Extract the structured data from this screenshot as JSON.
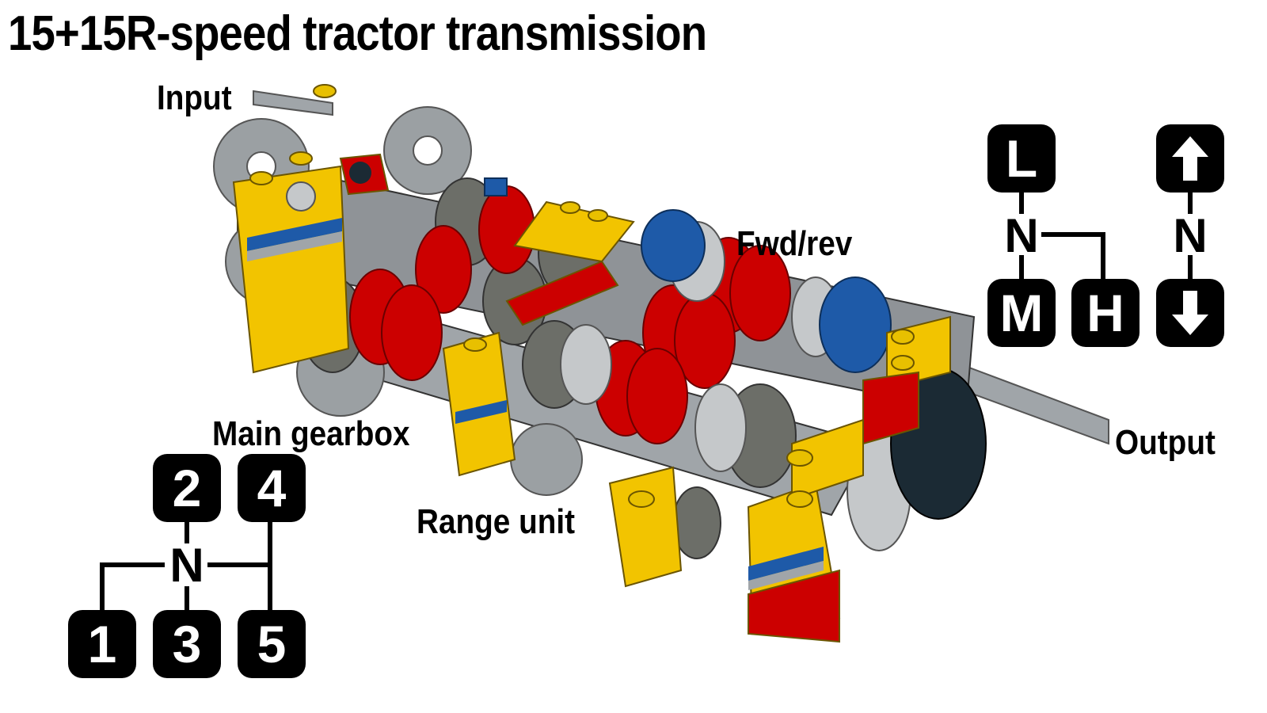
{
  "title": "15+15R-speed tractor transmission",
  "labels": {
    "input": "Input",
    "fwd_rev": "Fwd/rev",
    "main_gearbox": "Main gearbox",
    "range_unit": "Range unit",
    "output": "Output"
  },
  "range_pattern": {
    "keys": [
      "L",
      "M",
      "H"
    ],
    "neutral": "N"
  },
  "direction_pattern": {
    "keys": [
      "up-arrow-icon",
      "down-arrow-icon"
    ],
    "neutral": "N"
  },
  "gear_pattern": {
    "top": [
      "2",
      "4"
    ],
    "bottom": [
      "1",
      "3",
      "5"
    ],
    "neutral": "N"
  },
  "colors": {
    "yellow": "#F2C400",
    "red": "#CC0000",
    "blue": "#1E5AA8",
    "light_gray": "#A0A5A9",
    "dark_gray": "#6C6E68",
    "black_gear": "#1B2A34"
  }
}
